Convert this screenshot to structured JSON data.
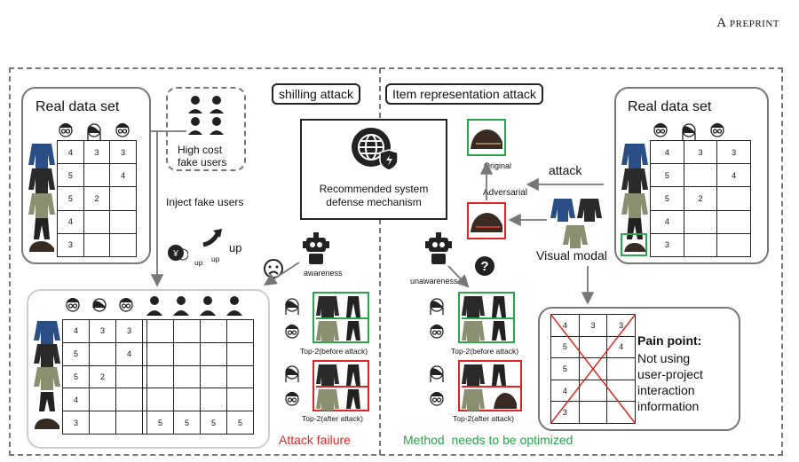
{
  "header": {
    "preprint": "A preprint"
  },
  "left": {
    "real_data_title": "Real data set",
    "fake_users_label": "High cost\nfake users",
    "inject_label": "Inject fake users",
    "up_labels": [
      "up",
      "up",
      "up"
    ],
    "awareness_label": "awareness",
    "top2_before": "Top-2(before attack)",
    "top2_after": "Top-2(after attack)",
    "result": "Attack failure",
    "table_small": [
      [
        "4",
        "3",
        "3"
      ],
      [
        "5",
        "",
        "4"
      ],
      [
        "5",
        "2",
        ""
      ],
      [
        "4",
        "",
        ""
      ],
      [
        "3",
        "",
        ""
      ]
    ],
    "table_big": [
      [
        "4",
        "3",
        "3",
        "",
        "",
        "",
        "",
        ""
      ],
      [
        "5",
        "",
        "4",
        "",
        "",
        "",
        "",
        ""
      ],
      [
        "5",
        "2",
        "",
        "",
        "",
        "",
        "",
        ""
      ],
      [
        "4",
        "",
        "",
        "",
        "",
        "",
        "",
        ""
      ],
      [
        "3",
        "",
        "",
        "",
        "5",
        "5",
        "5",
        "5"
      ]
    ]
  },
  "center": {
    "shilling_tag": "shilling attack",
    "item_tag": "Item representation attack",
    "mechanism_label": "Recommended system\ndefense mechanism"
  },
  "right": {
    "real_data_title": "Real data set",
    "original_label": "Original",
    "adversarial_label": "Adversarial",
    "attack_label": "attack",
    "visual_label": "Visual modal",
    "unawareness_label": "unawareness",
    "top2_before": "Top-2(before attack)",
    "top2_after": "Top-2(after attack)",
    "result": "Method  needs to be optimized",
    "pain_title": "Pain point:",
    "pain_text": "Not using\nuser-project\ninteraction\ninformation",
    "table_small": [
      [
        "4",
        "3",
        "3"
      ],
      [
        "5",
        "",
        "4"
      ],
      [
        "5",
        "2",
        ""
      ],
      [
        "4",
        "",
        ""
      ],
      [
        "3",
        "",
        ""
      ]
    ],
    "pain_table": [
      [
        "4",
        "3",
        "3"
      ],
      [
        "5",
        "",
        "4"
      ],
      [
        "5",
        "",
        ""
      ],
      [
        "4",
        "",
        ""
      ],
      [
        "3",
        "",
        ""
      ]
    ]
  },
  "colors": {
    "accent_red": "#e32a2a",
    "accent_green": "#22a948",
    "frame": "#777777"
  },
  "icons": [
    "person-icon",
    "fake-user-icon",
    "globe-shield-icon",
    "robot-icon",
    "sad-face-icon",
    "question-icon",
    "coin-icon",
    "jacket-icon",
    "pants-icon",
    "shoe-icon",
    "arrow-icon"
  ]
}
